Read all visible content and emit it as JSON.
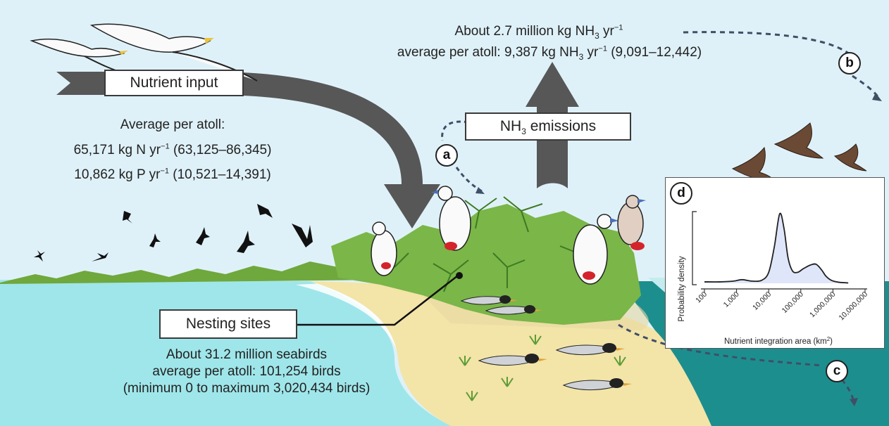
{
  "nutrient_input": {
    "label": "Nutrient input",
    "heading": "Average per atoll:",
    "n_value": "65,171 kg N yr",
    "n_exp": "−1",
    "n_range": " (63,125–86,345)",
    "p_value": "10,862 kg P yr",
    "p_exp": "−1",
    "p_range": " (10,521–14,391)"
  },
  "emissions": {
    "label_pre": "NH",
    "label_sub": "3",
    "label_post": " emissions",
    "total_pre": "About 2.7 million kg NH",
    "total_sub": "3",
    "total_unit": " yr",
    "total_exp": "−1",
    "avg_pre": "average per atoll: 9,387 kg NH",
    "avg_sub": "3",
    "avg_unit": " yr",
    "avg_exp": "−1",
    "avg_range": " (9,091–12,442)"
  },
  "nesting": {
    "label": "Nesting sites",
    "line1": "About 31.2 million seabirds",
    "line2": "average per atoll: 101,254 birds",
    "line3": "(minimum 0 to maximum 3,020,434 birds)"
  },
  "markers": {
    "a": "a",
    "b": "b",
    "c": "c",
    "d": "d"
  },
  "colors": {
    "sky": "#dff1f8",
    "lagoon": "#9fe6ea",
    "ocean": "#1d8e8e",
    "sand": "#f3e4a8",
    "vegetation": "#6fa83c",
    "arrow": "#575757",
    "curve_fill": "#dfe6fa"
  },
  "chart_data": {
    "type": "area",
    "title": "",
    "ylabel": "Probability density",
    "xlabel": "Nutrient integration area (km",
    "xlabel_exp": "2",
    "xlabel_close": ")",
    "x_scale": "log",
    "xlim": [
      100,
      10000000
    ],
    "ylim": [
      0,
      1
    ],
    "x_ticks": [
      "100",
      "1,000",
      "10,000",
      "100,000",
      "1,000,000",
      "10,000,000"
    ],
    "x": [
      100,
      300,
      800,
      1500,
      3000,
      6000,
      10000,
      15000,
      22000,
      30000,
      40000,
      55000,
      80000,
      120000,
      200000,
      300000,
      450000,
      600000,
      900000,
      1500000,
      3000000
    ],
    "y": [
      0.02,
      0.02,
      0.03,
      0.05,
      0.03,
      0.04,
      0.15,
      0.5,
      0.95,
      0.75,
      0.35,
      0.17,
      0.15,
      0.2,
      0.25,
      0.26,
      0.18,
      0.1,
      0.04,
      0.015,
      0.005
    ]
  }
}
